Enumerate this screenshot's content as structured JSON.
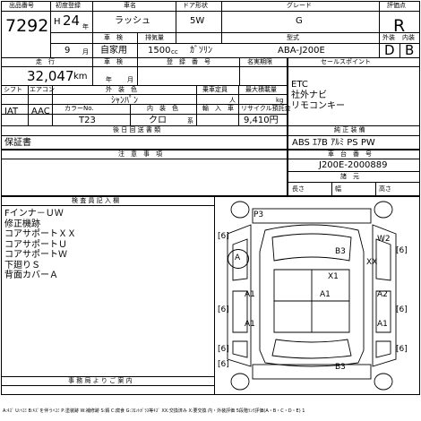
{
  "header": {
    "labels": {
      "lot_no": "出品番号",
      "first_reg": "初度登録",
      "car_name": "車名",
      "doors": "ドア形状",
      "grade": "グレード",
      "score": "評価点",
      "car_inspection": "車　検",
      "displacement": "排気量",
      "model": "型式",
      "exterior_interior": "外装",
      "interior": "内装"
    },
    "lot_no": "7292",
    "era": "H",
    "year": "24",
    "year_unit": "年",
    "month": "9",
    "month_unit": "月",
    "car_name": "ラッシュ",
    "doors": "5W",
    "grade": "G",
    "score": "R",
    "usage": "自家用",
    "displacement": "1500",
    "displacement_unit": "cc",
    "fuel": "ｶﾞｿﾘﾝ",
    "model": "ABA-J200E",
    "exterior_grade": "D",
    "interior_grade": "B"
  },
  "details": {
    "labels": {
      "mileage": "走　行",
      "car_inspection": "車　検",
      "reg_no": "登　録　番　号",
      "inspection_date": "名実期限",
      "sales_point": "セールスポイント",
      "shift": "シフト",
      "aircon": "エアコン",
      "ext_color": "外　装　色",
      "capacity": "乗車定員",
      "max_load": "最大積載量",
      "color_no": "カラーNo.",
      "int_color": "内　装　色",
      "import": "輸　入　車",
      "recycle": "リサイクル預託金",
      "history": "後 日 回 送 書 類",
      "equipment": "純 正 装 備"
    },
    "mileage": "32,047",
    "mileage_unit": "km",
    "year_unit": "年",
    "month_unit": "月",
    "capacity_unit": "人",
    "load_unit": "kg",
    "shift": "IAT",
    "aircon": "AAC",
    "ext_color": "ｼｬﾝﾊﾟﾝ",
    "color_no": "T23",
    "int_color": "クロ",
    "int_color_suffix": "系",
    "recycle": "9,410円",
    "history_value": "保証書",
    "sales_points": [
      "ETC",
      "社外ナビ",
      "リモコンキー"
    ],
    "equipment_value": "ABS ｴｱB ｱﾙﾐ PS PW"
  },
  "notes": {
    "labels": {
      "notes": "注　意　事　項",
      "chassis": "車　台　番　号",
      "dims": "諸　元",
      "length": "長さ",
      "width": "幅",
      "height": "高さ"
    },
    "chassis_no": "J200E-2000889"
  },
  "inspection": {
    "label": "検 査 員 記 入 欄",
    "lines": [
      "Fインナ－ＵＷ",
      "修正機跡",
      "コアサポートＸＸ",
      "コアサポートＵ",
      "コアサポートＷ",
      "下廻りＳ",
      "背面カバーＡ"
    ]
  },
  "diagram": {
    "marks": [
      "P3",
      "[6]",
      "B3",
      "W2",
      "A",
      "XX",
      "[6]",
      "X1",
      "A1",
      "A1",
      "A2",
      "A1",
      "A1",
      "[6]",
      "[6]",
      "[6]",
      "[6]",
      "B3",
      "[6]"
    ]
  },
  "office": {
    "label": "事 務 局 よ り ご 案 内"
  },
  "footer": {
    "legend": "A:ｷｽﾞ U:ﾍｺﾐ B:ｷｽﾞを伴うﾍｺﾐ P:塗装跡 W:補修跡 S:錆 C:腐食 G:ﾌﾛﾝﾄｶﾞﾗｽ等ｷｽﾞ XX:交換済み X:要交換 内・外装評価 5段階ﾗﾝｸ評価(A・B・C・D・E) 1"
  }
}
